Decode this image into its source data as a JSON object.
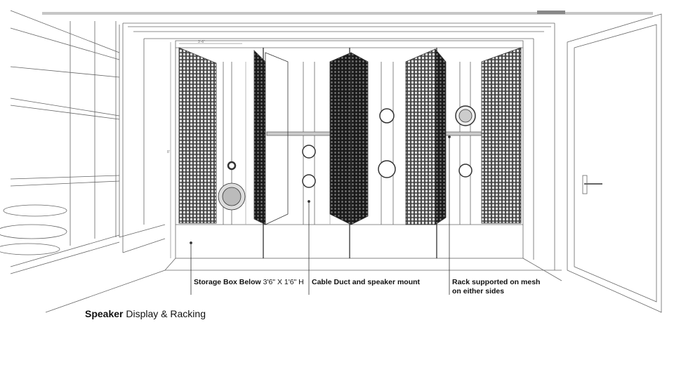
{
  "title": {
    "bold": "Speaker",
    "rest": "Display & Racking"
  },
  "annotations": [
    {
      "bold": "Storage Box Below",
      "rest": "3'6\" X 1'6\" H"
    },
    {
      "bold": "Cable Duct and speaker mount",
      "rest": ""
    },
    {
      "bold": "Rack supported on mesh on either sides",
      "rest": ""
    }
  ],
  "dimensions": {
    "width": "3'-6\"",
    "height": "8'"
  },
  "colors": {
    "line": "#555555",
    "mesh": "#3a3a3a",
    "dark_panel": "#1a1a1a"
  }
}
